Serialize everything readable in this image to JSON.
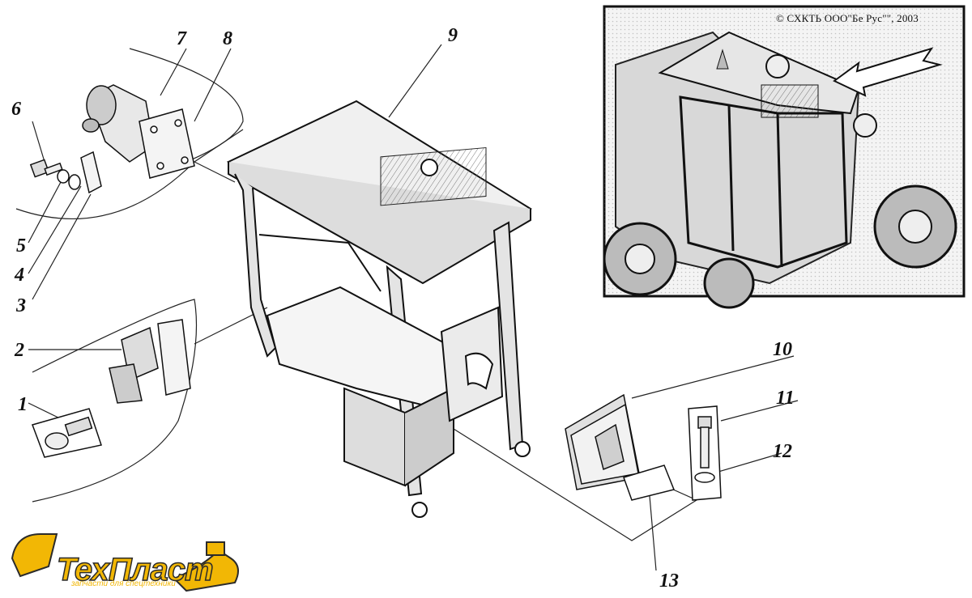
{
  "callouts": [
    "1",
    "2",
    "3",
    "4",
    "5",
    "6",
    "7",
    "8",
    "9",
    "10",
    "11",
    "12",
    "13"
  ],
  "inset": {
    "copyright": "© СХКТЬ ООО\"Бе Рус\"\", 2003"
  },
  "brand": {
    "name": "ТехПласт",
    "tagline": "запчасти для спецтехники"
  },
  "colors": {
    "line": "#222222",
    "hatch": "#555555",
    "brand_yellow": "#f2b705",
    "brand_dark": "#2b2b2b"
  }
}
